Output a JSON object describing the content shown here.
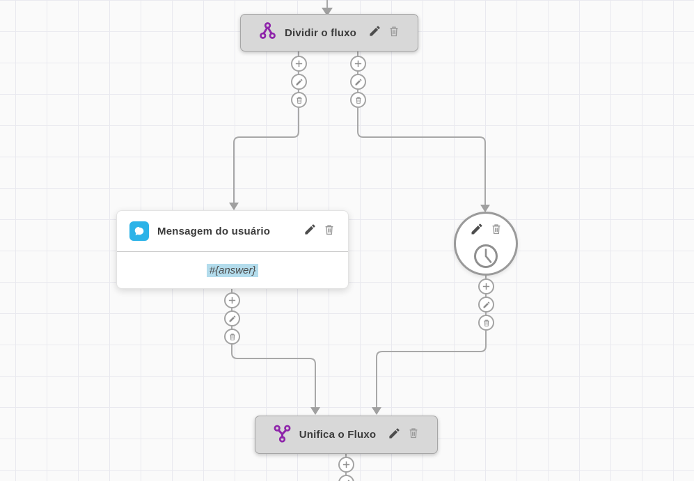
{
  "canvas": {
    "background": "#fafafa",
    "grid_color": "#e9e9ef",
    "connector_color": "#a8a8a8"
  },
  "colors": {
    "node_fill": "#d8d8d8",
    "node_border": "#a6a6a6",
    "node_text": "#3b3b3b",
    "purple_accent": "#8e24aa",
    "blue_accent": "#2cb3e8",
    "variable_highlight": "#b3dcec",
    "dark_icon": "#4d4d4d",
    "gray_icon": "#9a9a9a"
  },
  "nodes": {
    "split": {
      "title": "Dividir o fluxo",
      "icon": "split-flow-icon"
    },
    "user_message": {
      "title": "Mensagem do usuário",
      "icon": "chat-bubble-icon",
      "body": "#{answer}"
    },
    "timer": {
      "icon": "clock-icon"
    },
    "merge": {
      "title": "Unifica o Fluxo",
      "icon": "merge-flow-icon"
    }
  },
  "port_buttons": {
    "add": {
      "icon": "plus-icon"
    },
    "edit": {
      "icon": "pencil-icon"
    },
    "delete": {
      "icon": "trash-icon"
    }
  }
}
